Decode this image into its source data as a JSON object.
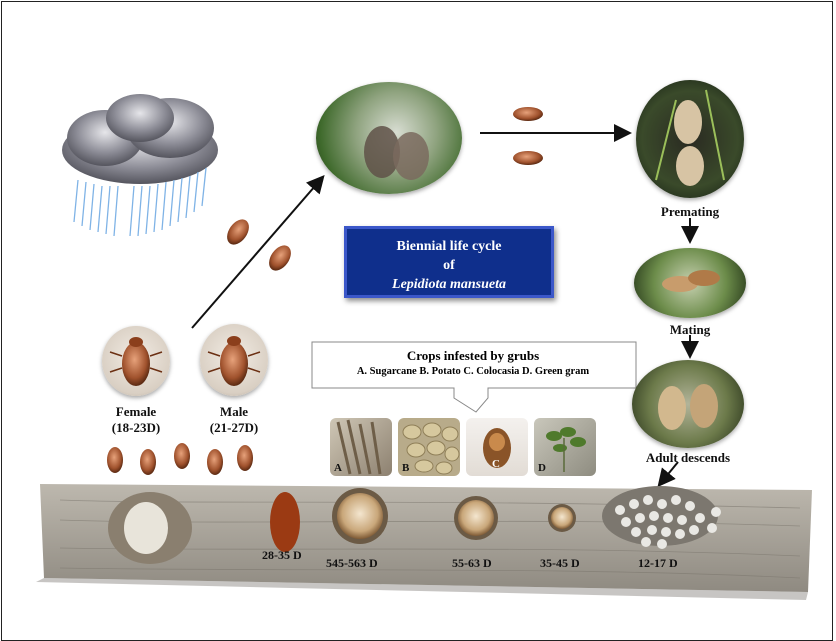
{
  "title": {
    "line1": "Biennial life cycle",
    "line2": "of",
    "species": "Lepidiota mansueta"
  },
  "adults": {
    "female_label": "Female",
    "female_days": "(18-23D)",
    "male_label": "Male",
    "male_days": "(21-27D)"
  },
  "stages": {
    "premating": "Premating",
    "mating": "Mating",
    "adult_descends": "Adult descends"
  },
  "crops": {
    "heading": "Crops infested by grubs",
    "list": "A. Sugarcane  B. Potato  C. Colocasia  D. Green gram",
    "tiles": [
      "A",
      "B",
      "C",
      "D"
    ]
  },
  "soil_stages": [
    {
      "name": "pupal-cell",
      "duration": ""
    },
    {
      "name": "pupa",
      "duration": "28-35 D"
    },
    {
      "name": "third-instar",
      "duration": "545-563 D"
    },
    {
      "name": "second-instar",
      "duration": "55-63 D"
    },
    {
      "name": "first-instar",
      "duration": "35-45 D"
    },
    {
      "name": "eggs",
      "duration": "12-17 D"
    }
  ],
  "colors": {
    "title_bg": "#0f2f8c",
    "soil": "#a8a298",
    "beetle": "#a0522d"
  }
}
